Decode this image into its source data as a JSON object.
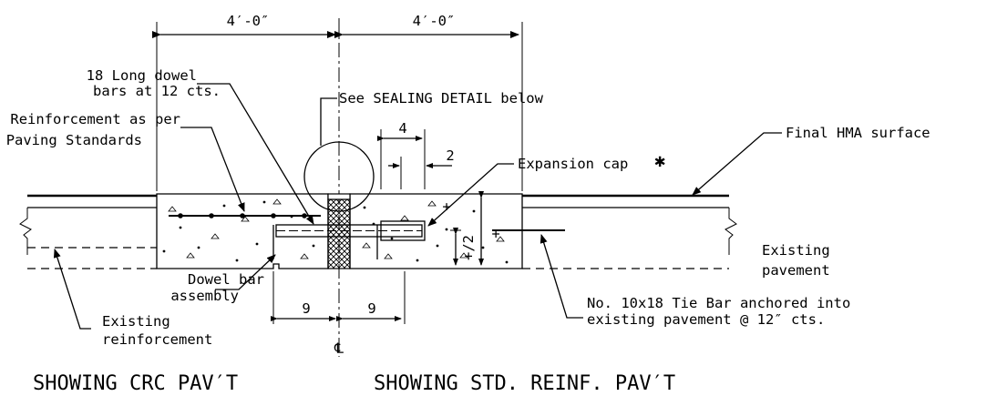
{
  "dimensions": {
    "left_width": "4′-0″",
    "right_width": "4′-0″",
    "cap_width": "4",
    "cap_gap": "2",
    "dowel_left": "9",
    "dowel_right": "9",
    "half_depth": "+/2",
    "full_depth": "+",
    "depth_mark": "+"
  },
  "labels": {
    "dowel_bars_line1": "18 Long dowel",
    "dowel_bars_line2": "bars at 12 cts.",
    "reinforcement_line1": "Reinforcement as per",
    "reinforcement_line2": "Paving Standards",
    "sealing_detail": "See SEALING DETAIL below",
    "final_hma": "Final HMA surface",
    "expansion_cap": "Expansion cap",
    "asterisk": "✱",
    "existing_pavement_line1": "Existing",
    "existing_pavement_line2": "pavement",
    "dowel_assembly_line1": "Dowel bar",
    "dowel_assembly_line2": "assembly",
    "existing_reinf_line1": "Existing",
    "existing_reinf_line2": "reinforcement",
    "tie_bar_line1": "No. 10x18 Tie Bar anchored into",
    "tie_bar_line2": "existing pavement @ 12″ cts.",
    "centerline": "℄"
  },
  "titles": {
    "left": "SHOWING CRC PAV′T",
    "right": "SHOWING STD. REINF. PAV′T"
  }
}
